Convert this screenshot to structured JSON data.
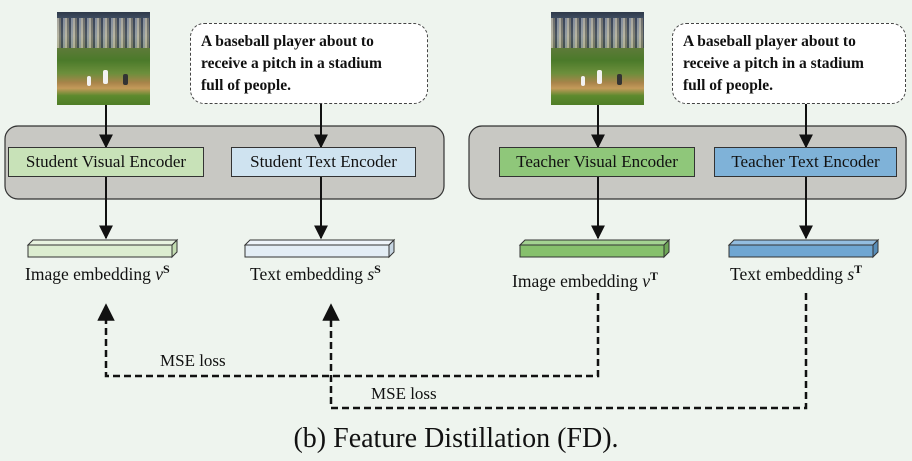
{
  "caption": "(b) Feature Distillation (FD).",
  "student": {
    "text_prompt": [
      "A baseball player about to",
      "receive a pitch in a stadium",
      "full of people."
    ],
    "visual_encoder": "Student Visual Encoder",
    "text_encoder": "Student Text Encoder",
    "image_embedding": {
      "label": "Image embedding ",
      "symbol": "v",
      "superscript": "S"
    },
    "text_embedding": {
      "label": "Text embedding ",
      "symbol": "s",
      "superscript": "S"
    }
  },
  "teacher": {
    "text_prompt": [
      "A baseball player about to",
      "receive a pitch in a stadium",
      "full of people."
    ],
    "visual_encoder": "Teacher Visual Encoder",
    "text_encoder": "Teacher Text Encoder",
    "image_embedding": {
      "label": "Image embedding ",
      "symbol": "v",
      "superscript": "T"
    },
    "text_embedding": {
      "label": "Text embedding ",
      "symbol": "s",
      "superscript": "T"
    }
  },
  "losses": {
    "image_loss": "MSE loss",
    "text_loss": "MSE loss"
  },
  "colors": {
    "background": "#eef4ee",
    "encoder_panel": "#c8c8c3",
    "student_visual": "#c8e2b8",
    "student_text": "#cfe3f0",
    "teacher_visual": "#8fc77a",
    "teacher_text": "#7fb2d8",
    "student_image_bar": "#dcedd0",
    "student_text_bar": "#e3edf5",
    "teacher_image_bar": "#86c06c",
    "teacher_text_bar": "#6fa6d2"
  },
  "icons": {
    "image": "baseball-stadium-photo"
  }
}
